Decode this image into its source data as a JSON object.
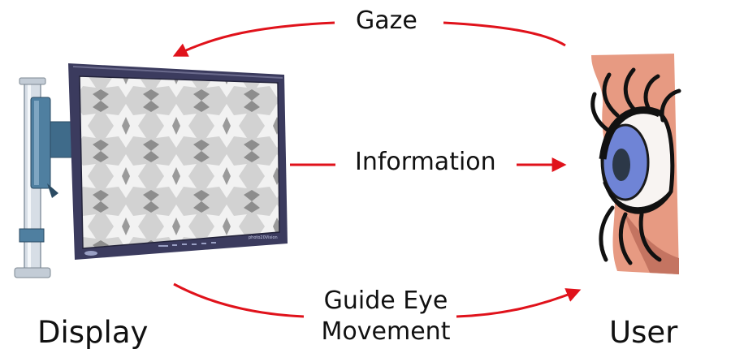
{
  "labels": {
    "gaze": "Gaze",
    "information": "Information",
    "guide_line1": "Guide Eye",
    "guide_line2": "Movement",
    "display": "Display",
    "user": "User"
  },
  "monitor": {
    "brand_text": "photo20Vision"
  },
  "colors": {
    "arrow": "#e0121b",
    "monitor_frame": "#3b3b5e",
    "iris": "#6f84d6",
    "skin": "#e79a82"
  },
  "icons": {
    "display": "monitor-on-stand",
    "user": "eye-illustration"
  }
}
